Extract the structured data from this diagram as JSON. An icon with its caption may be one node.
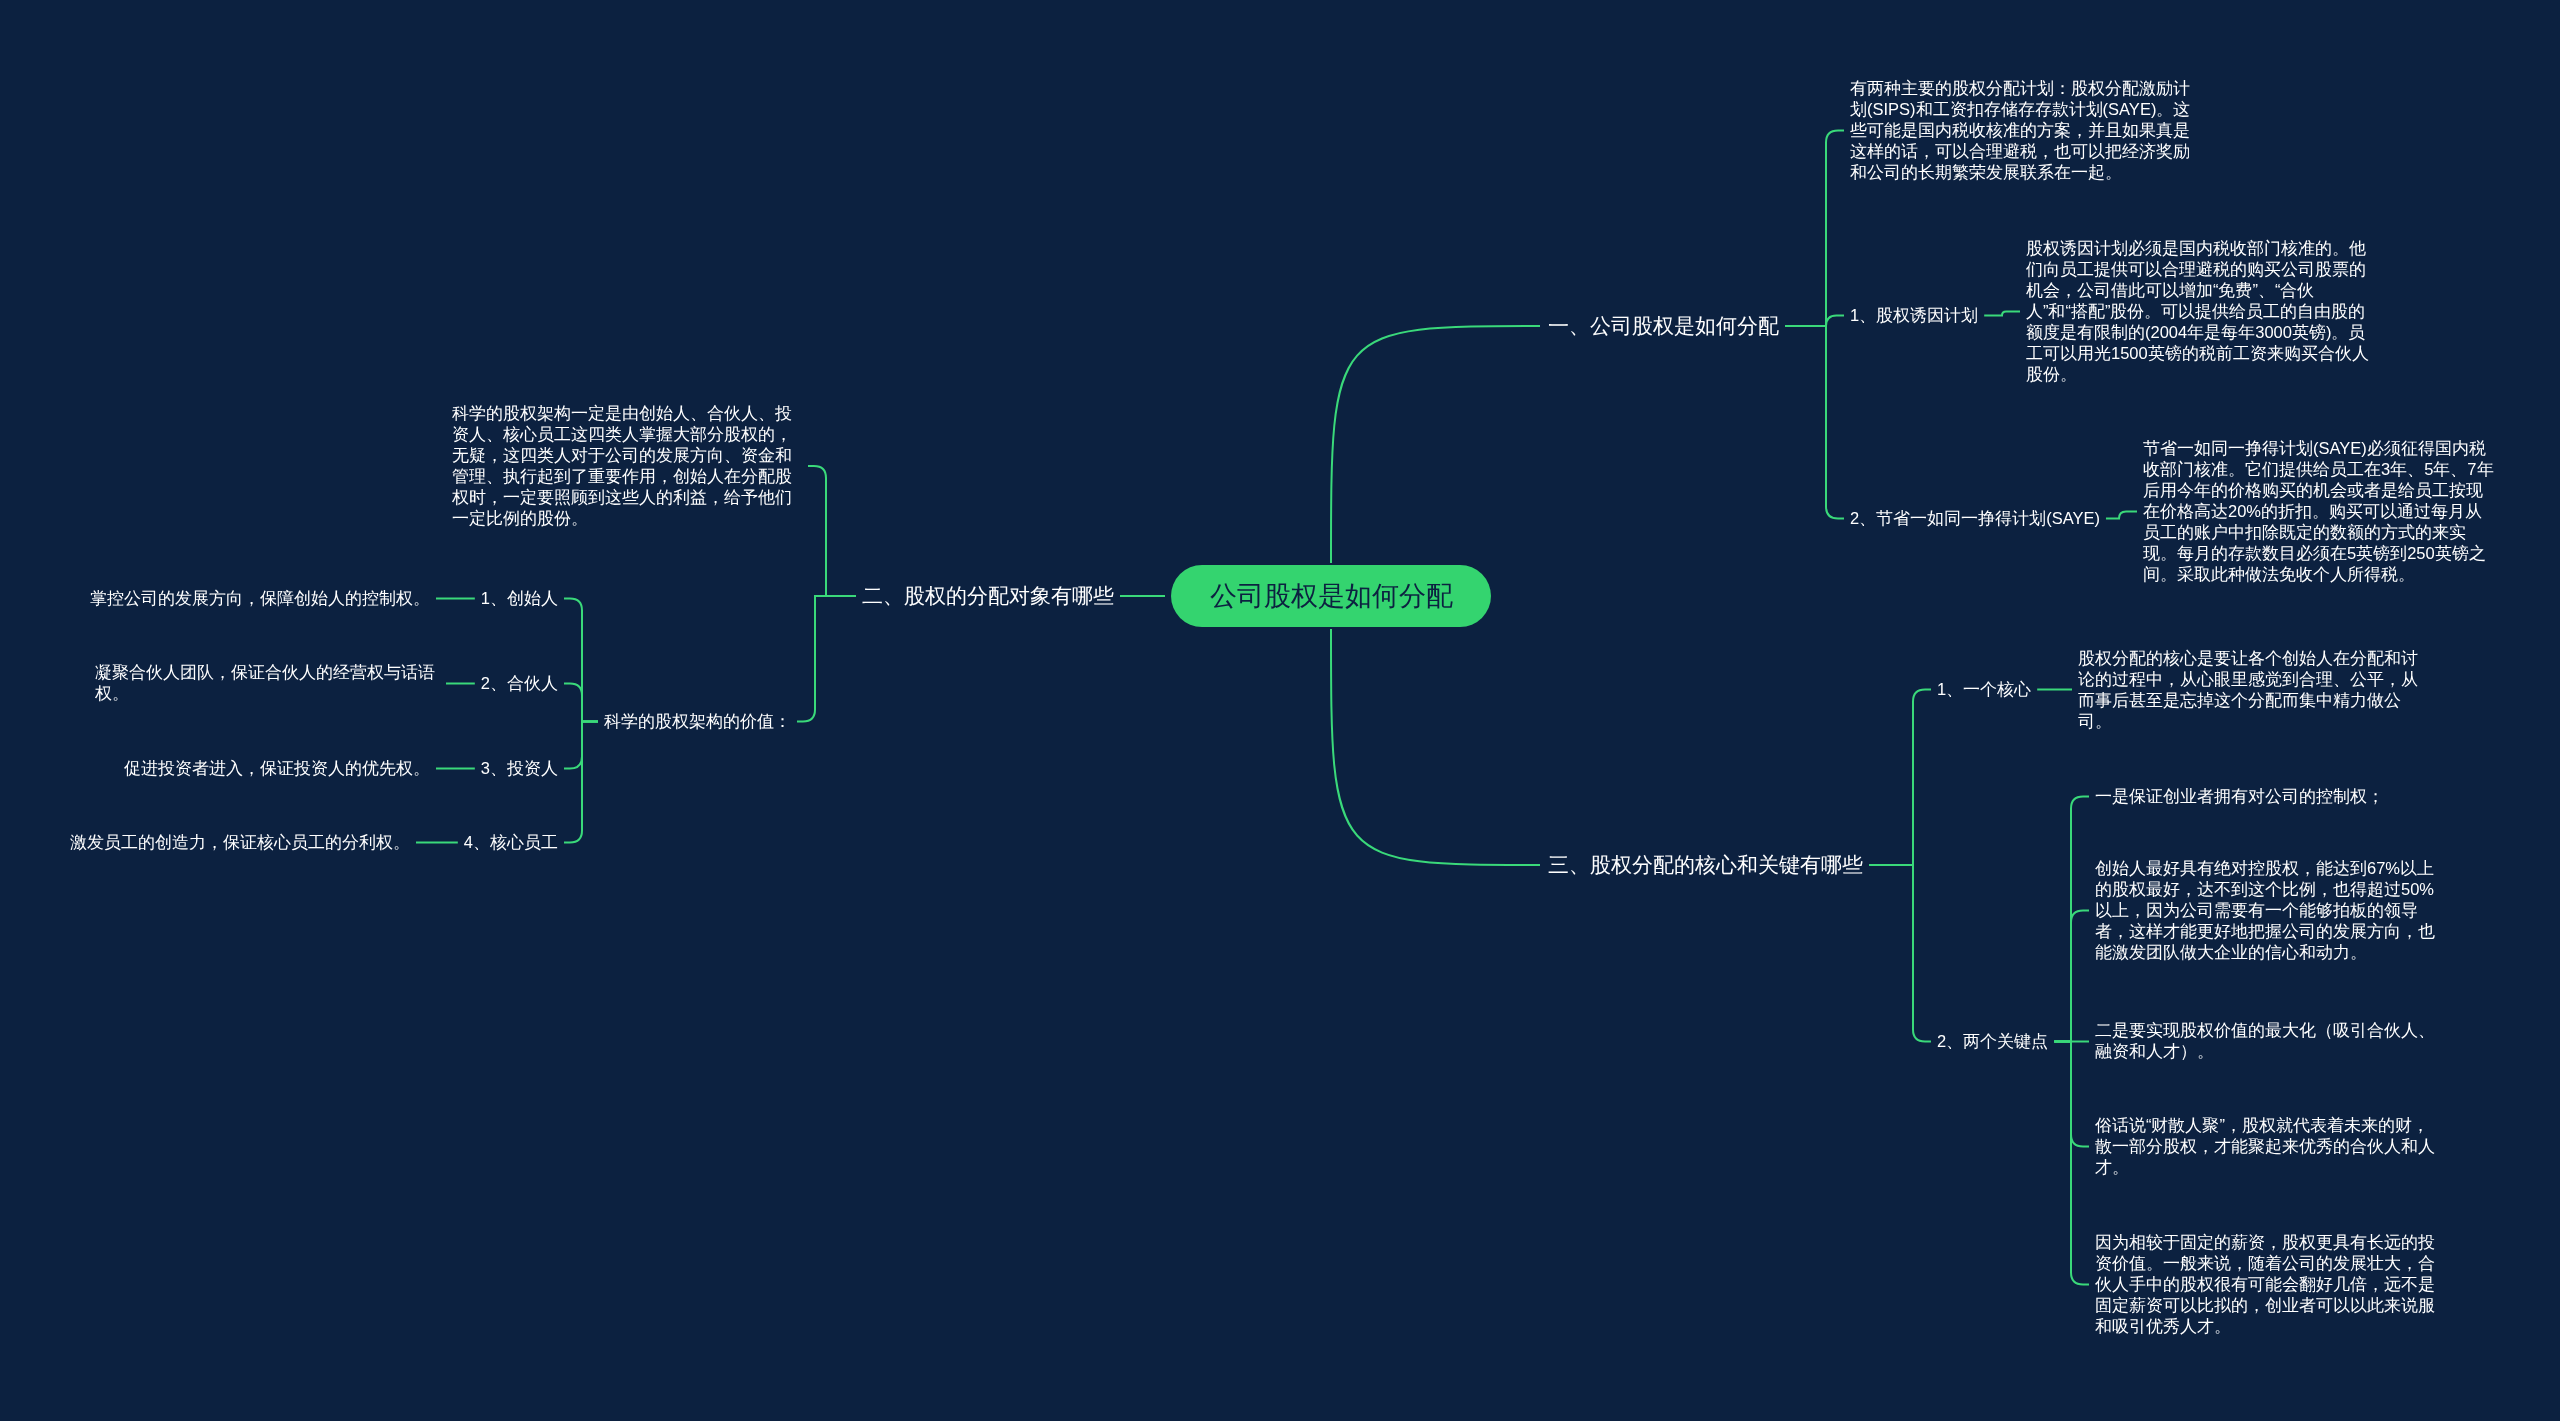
{
  "diagram": {
    "nodes": [
      {
        "text": [
          "公司股权是如何分配"
        ]
      },
      {
        "text": [
          "一、公司股权是如何分配"
        ]
      },
      {
        "text": [
          "有两种主要的股权分配计划：股权分配激励计划(SIPS)和工资扣存储存存款计划(SAYE)。这些可能是国内税收核准的方案，并且如果真是这样的话，可以合理避税，也可以把经济奖励和公司的长期繁荣发展联系在一起。"
        ]
      },
      {
        "text": [
          "1、股权诱因计划"
        ]
      },
      {
        "text": [
          "股权诱因计划必须是国内税收部门核准的。他们向员工提供可以合理避税的购买公司股票的机会，公司借此可以增加“免费”、“合伙人”和“搭配”股份。可以提供给员工的自由股的额度是有限制的(2004年是每年3000英镑)。员工可以用光1500英镑的税前工资来购买合伙人股份。"
        ]
      },
      {
        "text": [
          "2、节省一如同一挣得计划(SAYE)"
        ]
      },
      {
        "text": [
          "节省一如同一挣得计划(SAYE)必须征得国内税收部门核准。它们提供给员工在3年、5年、7年后用今年的价格购买的机会或者是给员工按现在价格高达20%的折扣。购买可以通过每月从员工的账户中扣除既定的数额的方式的来实现。每月的存款数目必须在5英镑到250英镑之间。采取此种做法免收个人所得税。"
        ]
      },
      {
        "text": [
          "二、股权的分配对象有哪些"
        ]
      },
      {
        "text": [
          "科学的股权架构一定是由创始人、合伙人、投资人、核心员工这四类人掌握大部分股权的，无疑，这四类人对于公司的发展方向、资金和管理、执行起到了重要作用，创始人在分配股权时，一定要照顾到这些人的利益，给予他们一定比例的股份。"
        ]
      },
      {
        "text": [
          "科学的股权架构的价值："
        ]
      },
      {
        "text": [
          "1、创始人"
        ]
      },
      {
        "text": [
          "掌控公司的发展方向，保障创始人的控制权。"
        ]
      },
      {
        "text": [
          "2、合伙人"
        ]
      },
      {
        "text": [
          "凝聚合伙人团队，保证合伙人的经营权与话语权。"
        ]
      },
      {
        "text": [
          "3、投资人"
        ]
      },
      {
        "text": [
          "促进投资者进入，保证投资人的优先权。"
        ]
      },
      {
        "text": [
          "4、核心员工"
        ]
      },
      {
        "text": [
          "激发员工的创造力，保证核心员工的分利权。"
        ]
      },
      {
        "text": [
          "三、股权分配的核心和关键有哪些"
        ]
      },
      {
        "text": [
          "1、一个核心"
        ]
      },
      {
        "text": [
          "股权分配的核心是要让各个创始人在分配和讨论的过程中，从心眼里感觉到合理、公平，从而事后甚至是忘掉这个分配而集中精力做公司。"
        ]
      },
      {
        "text": [
          "2、两个关键点"
        ]
      },
      {
        "text": [
          "一是保证创业者拥有对公司的控制权；"
        ]
      },
      {
        "text": [
          "创始人最好具有绝对控股权，能达到67%以上的股权最好，达不到这个比例，也得超过50%以上，因为公司需要有一个能够拍板的领导者，这样才能更好地把握公司的发展方向，也能激发团队做大企业的信心和动力。"
        ]
      },
      {
        "text": [
          "二是要实现股权价值的最大化（吸引合伙人、融资和人才）。"
        ]
      },
      {
        "text": [
          "俗话说“财散人聚”，股权就代表着未来的财，散一部分股权，才能聚起来优秀的合伙人和人才。"
        ]
      },
      {
        "text": [
          "因为相较于固定的薪资，股权更具有长远的投资价值。一般来说，随着公司的发展壮大，合伙人手中的股权很有可能会翻好几倍，远不是固定薪资可以比拟的，创业者可以以此来说服和吸引优秀人才。"
        ]
      }
    ],
    "edges": [
      {
        "from": 0,
        "to": 1,
        "arrow": "none"
      },
      {
        "from": 1,
        "to": 2,
        "arrow": "none"
      },
      {
        "from": 1,
        "to": 3,
        "arrow": "none"
      },
      {
        "from": 3,
        "to": 4,
        "arrow": "none"
      },
      {
        "from": 1,
        "to": 5,
        "arrow": "none"
      },
      {
        "from": 5,
        "to": 6,
        "arrow": "none"
      },
      {
        "from": 0,
        "to": 7,
        "arrow": "none"
      },
      {
        "from": 7,
        "to": 8,
        "arrow": "none"
      },
      {
        "from": 7,
        "to": 9,
        "arrow": "none"
      },
      {
        "from": 9,
        "to": 10,
        "arrow": "none"
      },
      {
        "from": 10,
        "to": 11,
        "arrow": "none"
      },
      {
        "from": 9,
        "to": 12,
        "arrow": "none"
      },
      {
        "from": 12,
        "to": 13,
        "arrow": "none"
      },
      {
        "from": 9,
        "to": 14,
        "arrow": "none"
      },
      {
        "from": 14,
        "to": 15,
        "arrow": "none"
      },
      {
        "from": 9,
        "to": 16,
        "arrow": "none"
      },
      {
        "from": 16,
        "to": 17,
        "arrow": "none"
      },
      {
        "from": 0,
        "to": 18,
        "arrow": "none"
      },
      {
        "from": 18,
        "to": 19,
        "arrow": "none"
      },
      {
        "from": 19,
        "to": 20,
        "arrow": "none"
      },
      {
        "from": 18,
        "to": 21,
        "arrow": "none"
      },
      {
        "from": 21,
        "to": 22,
        "arrow": "none"
      },
      {
        "from": 21,
        "to": 23,
        "arrow": "none"
      },
      {
        "from": 21,
        "to": 24,
        "arrow": "none"
      },
      {
        "from": 21,
        "to": 25,
        "arrow": "none"
      },
      {
        "from": 21,
        "to": 26,
        "arrow": "none"
      }
    ]
  }
}
